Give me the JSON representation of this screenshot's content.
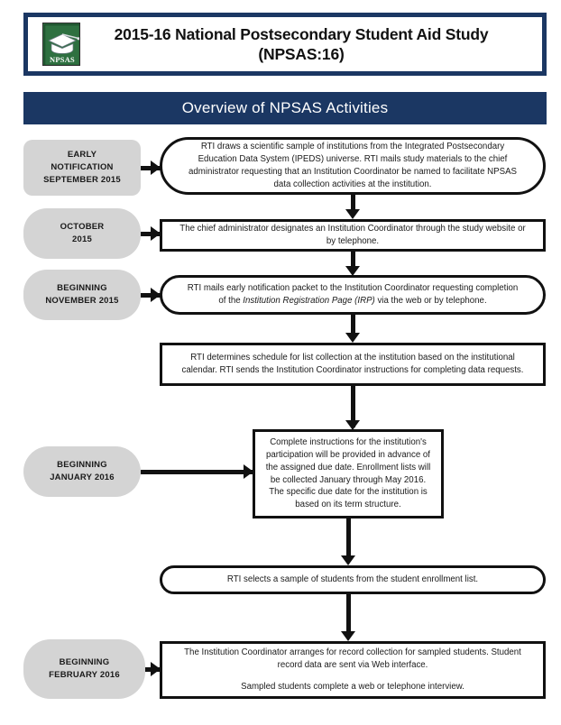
{
  "header": {
    "logo_name": "npsas-graduation-cap-logo",
    "logo_text": "NPSAS",
    "title_line1": "2015-16 National Postsecondary Student Aid Study",
    "title_line2": "(NPSAS:16)",
    "banner": "Overview of NPSAS Activities",
    "colors": {
      "navy": "#1B3763",
      "logo_green": "#2E7040",
      "gray_pill": "#d4d4d4",
      "outline": "#111111"
    }
  },
  "flow": {
    "stages": [
      {
        "id": "early-notification",
        "date_label": "EARLY\nNOTIFICATION\nSEPTEMBER 2015",
        "date_line1": "EARLY",
        "date_line2": "NOTIFICATION",
        "date_line3": "SEPTEMBER 2015",
        "shape": "rounded",
        "text": "RTI draws a scientific sample of institutions from the Integrated Postsecondary Education Data System (IPEDS) universe. RTI mails study materials to the chief administrator requesting that an Institution Coordinator be named to facilitate NPSAS data collection activities at the institution."
      },
      {
        "id": "october-2015",
        "date_line1": "OCTOBER",
        "date_line2": "2015",
        "shape": "rect",
        "text": "The chief administrator designates an Institution Coordinator through the study website or by telephone."
      },
      {
        "id": "beginning-november-2015",
        "date_line1": "BEGINNING",
        "date_line2": "NOVEMBER 2015",
        "shape": "rounded",
        "text_before_italic": "RTI mails early notification packet to the Institution Coordinator requesting completion of the ",
        "text_italic": "Institution Registration Page (IRP)",
        "text_after_italic": " via the web or by telephone."
      },
      {
        "id": "list-collection-schedule",
        "date_line1": "",
        "date_line2": "",
        "shape": "rect",
        "text": "RTI determines schedule for list collection at the institution based on the institutional calendar. RTI sends the Institution Coordinator instructions for completing data requests."
      },
      {
        "id": "beginning-january-2016",
        "date_line1": "BEGINNING",
        "date_line2": "JANUARY 2016",
        "shape": "rect",
        "text": "Complete instructions for the institution's participation will be provided in advance of the assigned due date. Enrollment lists will be collected January through May 2016. The specific due date for the institution is based on its term structure."
      },
      {
        "id": "student-sample",
        "date_line1": "",
        "date_line2": "",
        "shape": "rounded",
        "text": "RTI selects a sample of students from the student enrollment list."
      },
      {
        "id": "beginning-february-2016",
        "date_line1": "BEGINNING",
        "date_line2": "FEBRUARY 2016",
        "shape": "rect",
        "text_p1": "The Institution Coordinator arranges for record collection for sampled students. Student record data are sent via Web interface.",
        "text_p2": "Sampled students complete a web or telephone interview."
      }
    ]
  }
}
